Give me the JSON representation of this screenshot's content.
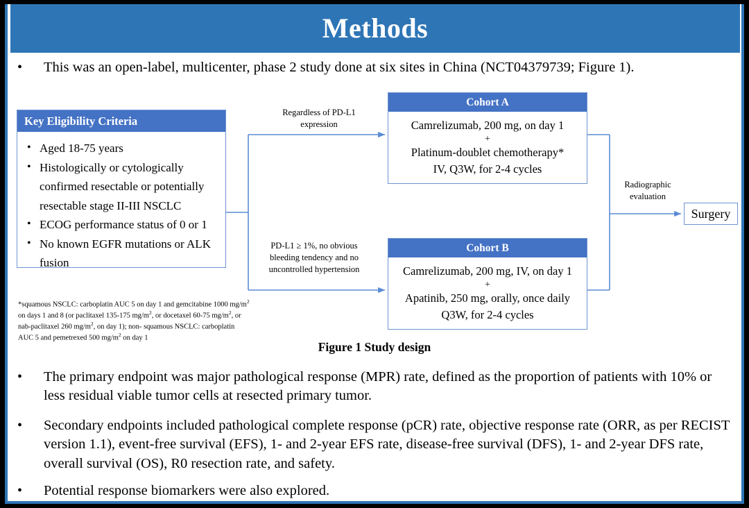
{
  "slide": {
    "title": "Methods",
    "accent_color": "#2E75B6",
    "box_header_color": "#4472C4",
    "box_border_color": "#6E93D2",
    "intro_bullet": "This was an open-label, multicenter, phase 2 study done at six sites in China (NCT04379739; Figure 1).",
    "bullet_marker": "•"
  },
  "figure": {
    "caption": "Figure 1 Study design",
    "eligibility": {
      "header": "Key  Eligibility Criteria",
      "items": [
        "Aged 18-75 years",
        "Histologically or cytologically confirmed resectable or potentially resectable stage II-III  NSCLC",
        "ECOG performance status of 0 or 1",
        "No known EGFR mutations or ALK fusion"
      ]
    },
    "footnote": {
      "line1_a": "*squamous NSCLC: carboplatin AUC 5 on day 1 and gemcitabine 1000 mg/m",
      "line1_sup": "2",
      "line1_b": " on days 1 and 8 (or",
      "line2_a": "paclitaxel 135-175  mg/m",
      "line2_sup1": "2",
      "line2_b": ", or docetaxel 60-75 mg/m",
      "line2_sup2": "2",
      "line2_c": ", or nab-paclitaxel 260 mg/m",
      "line2_sup3": "2",
      "line2_d": ", on day 1); non-",
      "line3_a": "squamous NSCLC: carboplatin AUC 5 and pemetrexed 500 mg/m",
      "line3_sup": "2",
      "line3_b": " on day 1"
    },
    "cohort_a": {
      "header": "Cohort A",
      "lines": [
        "Camrelizumab, 200 mg, on day 1",
        "+",
        "Platinum-doublet chemotherapy*",
        "IV, Q3W, for 2-4 cycles"
      ]
    },
    "cohort_b": {
      "header": "Cohort B",
      "lines": [
        "Camrelizumab, 200 mg, IV, on day 1",
        "+",
        "Apatinib, 250 mg, orally, once daily",
        "Q3W, for 2-4 cycles"
      ]
    },
    "connector_labels": {
      "to_cohort_a": "Regardless  of PD-L1\nexpression",
      "to_cohort_b": "PD-L1 ≥ 1%, no obvious\nbleeding tendency and no\nuncontrolled  hypertension",
      "to_surgery": "Radiographic\nevaluation"
    },
    "surgery": {
      "label": "Surgery"
    }
  },
  "endpoints": {
    "primary": "The primary endpoint was major pathological response (MPR) rate, defined as the proportion of patients with 10% or less residual viable tumor cells at resected primary tumor.",
    "secondary": "Secondary endpoints included pathological complete response (pCR) rate, objective response rate (ORR, as per RECIST version 1.1), event-free survival (EFS), 1- and 2-year EFS rate, disease-free survival (DFS), 1- and 2-year DFS rate, overall survival (OS), R0 resection rate, and safety.",
    "biomarkers": "Potential response biomarkers were also explored."
  }
}
